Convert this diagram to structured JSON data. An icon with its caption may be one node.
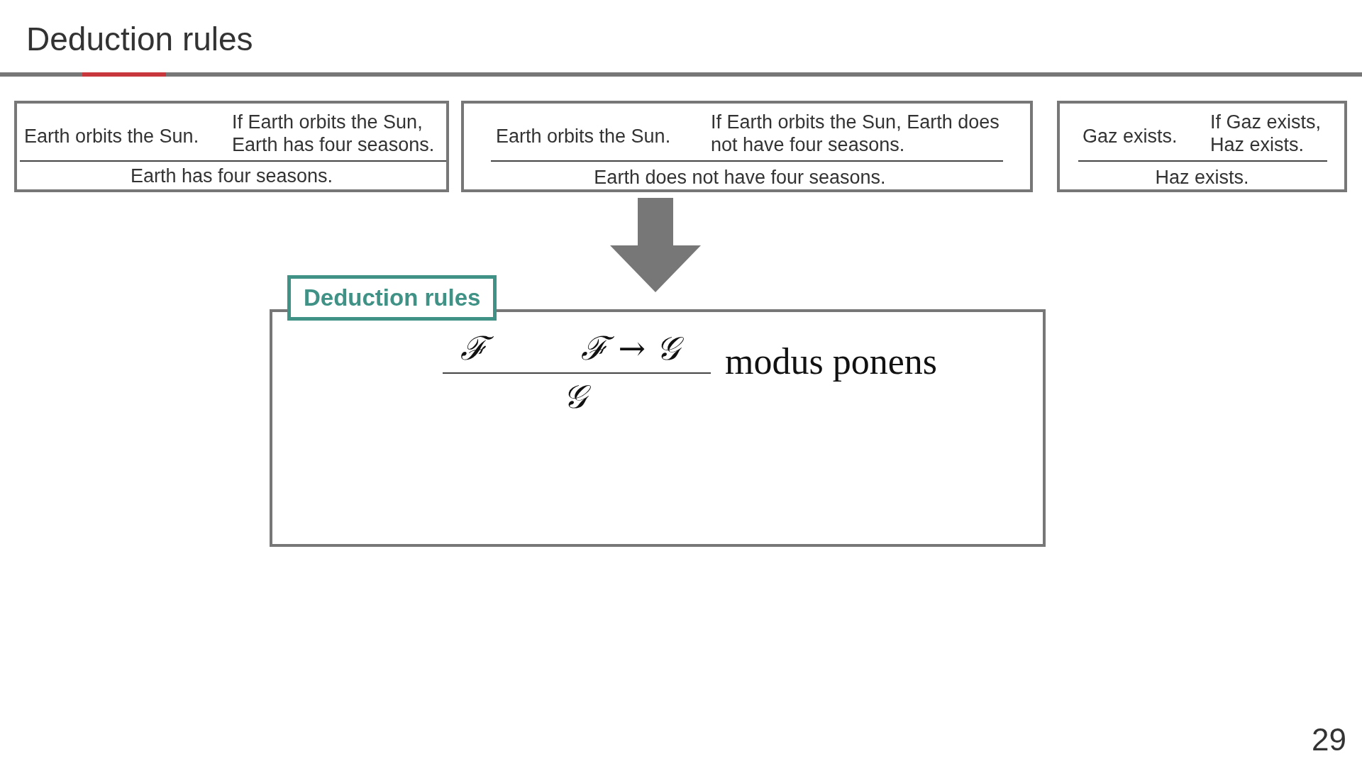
{
  "diagram": {
    "title": "Deduction rules",
    "nodes": [
      {
        "text": [
          "Earth orbits the Sun.",
          "If Earth orbits the Sun, Earth has four seasons.",
          "Earth has four seasons."
        ]
      },
      {
        "text": [
          "Earth orbits the Sun.",
          "If Earth orbits the Sun, Earth does not have four seasons.",
          "Earth does not have four seasons."
        ]
      },
      {
        "text": [
          "Gaz exists.",
          "If Gaz exists, Haz exists.",
          "Haz exists."
        ]
      },
      {
        "text": [
          "Deduction rules",
          "ℱ",
          "ℱ → 𝒢",
          "𝒢",
          "modus ponens"
        ]
      }
    ],
    "edges": [
      {
        "from": 1,
        "to": 3,
        "arrow": "to"
      }
    ],
    "labels": [
      "29"
    ]
  }
}
